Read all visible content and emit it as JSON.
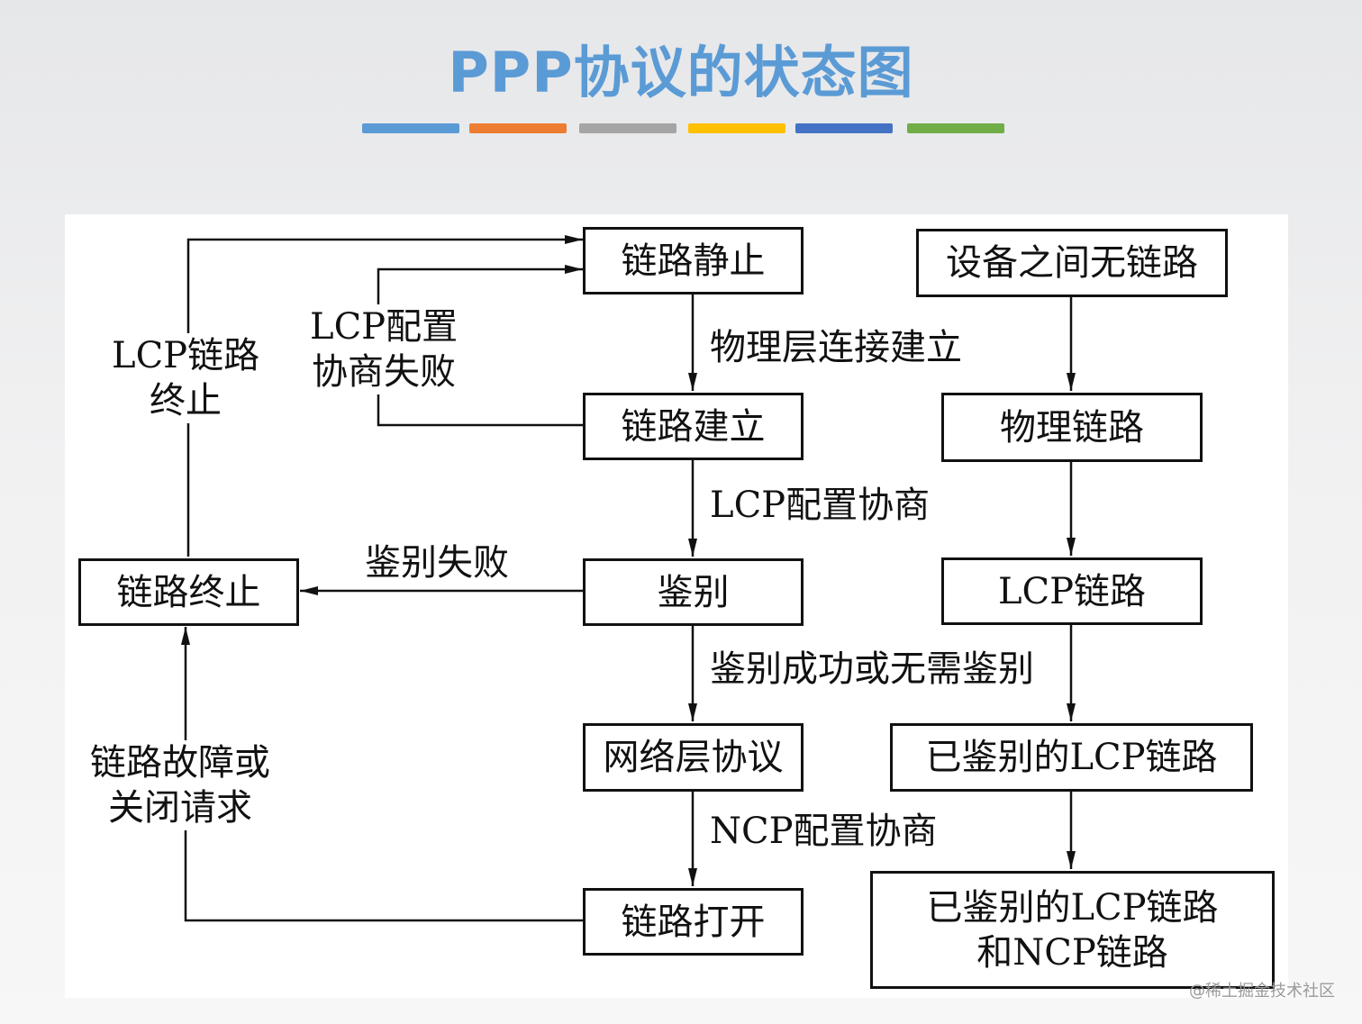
{
  "title": "PPP协议的状态图",
  "bar_colors": [
    "#5b9bd5",
    "#ed7d31",
    "#a5a5a5",
    "#ffc000",
    "#4472c4",
    "#70ad47"
  ],
  "states": {
    "link_dead": "链路静止",
    "link_establish": "链路建立",
    "authenticate": "鉴别",
    "network_protocol": "网络层协议",
    "link_open": "链路打开",
    "link_terminate": "链路终止"
  },
  "link_states": {
    "no_link": "设备之间无链路",
    "physical_link": "物理链路",
    "lcp_link": "LCP链路",
    "auth_lcp_link": "已鉴别的LCP链路",
    "auth_lcp_ncp_line1": "已鉴别的LCP链路",
    "auth_lcp_ncp_line2": "和NCP链路"
  },
  "transitions": {
    "physical_established": "物理层连接建立",
    "lcp_negotiation": "LCP配置协商",
    "auth_success": "鉴别成功或无需鉴别",
    "ncp_negotiation": "NCP配置协商",
    "auth_fail": "鉴别失败",
    "lcp_fail_line1": "LCP配置",
    "lcp_fail_line2": "协商失败",
    "lcp_terminate_line1": "LCP链路",
    "lcp_terminate_line2": "终止",
    "fault_line1": "链路故障或",
    "fault_line2": "关闭请求"
  },
  "watermark": "@稀土掘金技术社区"
}
